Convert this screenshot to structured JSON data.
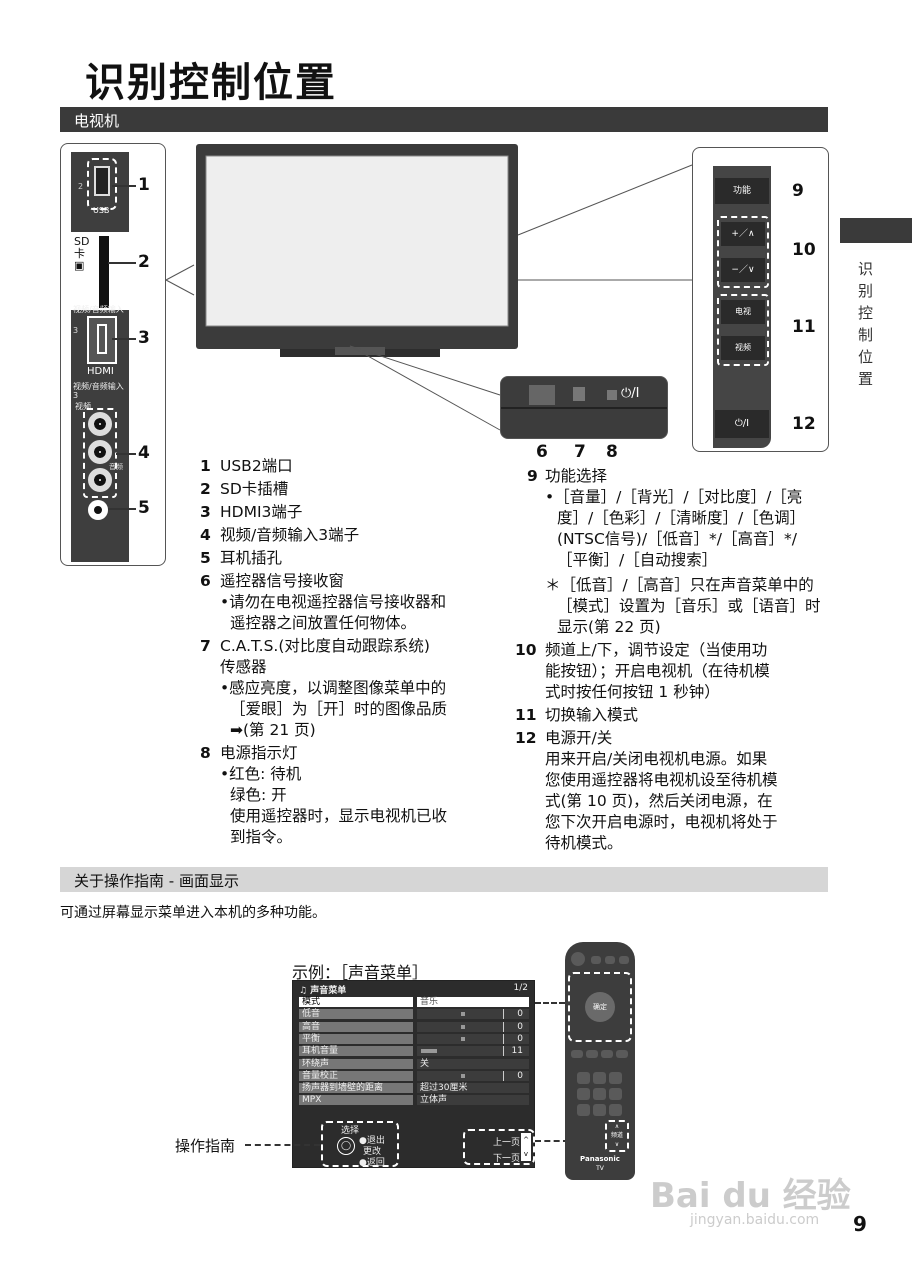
{
  "page_title": "识别控制位置",
  "section_tv": "电视机",
  "side_tab": "识别控制位置",
  "side_panel": {
    "usb_label": "USB",
    "usb_port_num": "2",
    "sd_label": "SD",
    "sd_card": "卡",
    "av_input_label": "视频/音频输入",
    "hdmi_num": "3",
    "hdmi_label": "HDMI",
    "av3_label": "视频/音频输入 3",
    "video_label": "视频",
    "audio_label": "音频"
  },
  "callouts": [
    "1",
    "2",
    "3",
    "4",
    "5",
    "6",
    "7",
    "8",
    "9",
    "10",
    "11",
    "12"
  ],
  "right_panel": {
    "function_btn": "功能",
    "vol_up": "+／∧",
    "vol_down": "−／∨",
    "tv_btn": "电视",
    "video_btn": "视频",
    "power_btn": "⏻/I"
  },
  "front_power_label": "⏻/I",
  "left_list": [
    {
      "num": "1",
      "text": "USB2端口"
    },
    {
      "num": "2",
      "text": "SD卡插槽"
    },
    {
      "num": "3",
      "text": "HDMI3端子"
    },
    {
      "num": "4",
      "text": "视频/音频输入3端子"
    },
    {
      "num": "5",
      "text": "耳机插孔"
    },
    {
      "num": "6",
      "text": "遥控器信号接收窗",
      "sub": [
        "•请勿在电视遥控器信号接收器和",
        "遥控器之间放置任何物体。"
      ]
    },
    {
      "num": "7",
      "text": "C.A.T.S.(对比度自动跟踪系统)",
      "sub0": "传感器",
      "sub": [
        "•感应亮度，以调整图像菜单中的",
        "［爱眼］为［开］时的图像品质",
        "  ➡(第 21 页)"
      ]
    },
    {
      "num": "8",
      "text": "电源指示灯",
      "sub": [
        "•红色: 待机",
        "绿色: 开",
        "使用遥控器时，显示电视机已收",
        "到指令。"
      ]
    }
  ],
  "right_list": [
    {
      "num": "9",
      "text": "功能选择",
      "sub": [
        "•［音量］/［背光］/［对比度］/［亮",
        "度］/［色彩］/［清晰度］/［色调］",
        "(NTSC信号)/［低音］*/［高音］*/",
        "［平衡］/［自动搜索］"
      ]
    },
    {
      "note": [
        "＊［低音］/［高音］只在声音菜单中的",
        "［模式］设置为［音乐］或［语音］时",
        "显示(第 22 页)"
      ]
    },
    {
      "num": "10",
      "text": "频道上/下，调节设定（当使用功",
      "sub": [
        "能按钮）；开启电视机（在待机模",
        "式时按任何按钮 1 秒钟）"
      ]
    },
    {
      "num": "11",
      "text": "切换输入模式"
    },
    {
      "num": "12",
      "text": "电源开/关",
      "sub": [
        "用来开启/关闭电视机电源。如果",
        "您使用遥控器将电视机设至待机模",
        "式(第 10 页)，然后关闭电源，在",
        "您下次开启电源时，电视机将处于",
        "待机模式。"
      ]
    }
  ],
  "section_guide": "关于操作指南 - 画面显示",
  "guide_intro": "可通过屏幕显示菜单进入本机的多种功能。",
  "example_caption": "示例：［声音菜单］",
  "menu": {
    "title": "声音菜单",
    "page": "1/2",
    "rows": [
      {
        "label": "模式",
        "value": "音乐"
      },
      {
        "label": "低音",
        "num": "0",
        "slider": 0.5
      },
      {
        "label": "高音",
        "num": "0",
        "slider": 0.5
      },
      {
        "label": "平衡",
        "num": "0",
        "slider": 0.5
      },
      {
        "label": "耳机音量",
        "num": "11",
        "slider": 0.2
      },
      {
        "label": "环绕声",
        "value": "关"
      },
      {
        "label": "音量校正",
        "num": "0",
        "slider": 0.5
      },
      {
        "label": "扬声器到墙壁的距离",
        "value": "超过30厘米"
      },
      {
        "label": "MPX",
        "value": "立体声"
      }
    ],
    "guide_select": "选择",
    "guide_exit": "●退出",
    "guide_change": "更改",
    "guide_return": "●返回",
    "page_up": "上一页",
    "page_down": "下一页"
  },
  "guide_label": "操作指南",
  "remote": {
    "brand": "Panasonic",
    "model": "TV",
    "ok": "确定",
    "ch": "频道"
  },
  "page_number": "9",
  "watermark": {
    "logo": "Bai du 经验",
    "url": "jingyan.baidu.com"
  }
}
